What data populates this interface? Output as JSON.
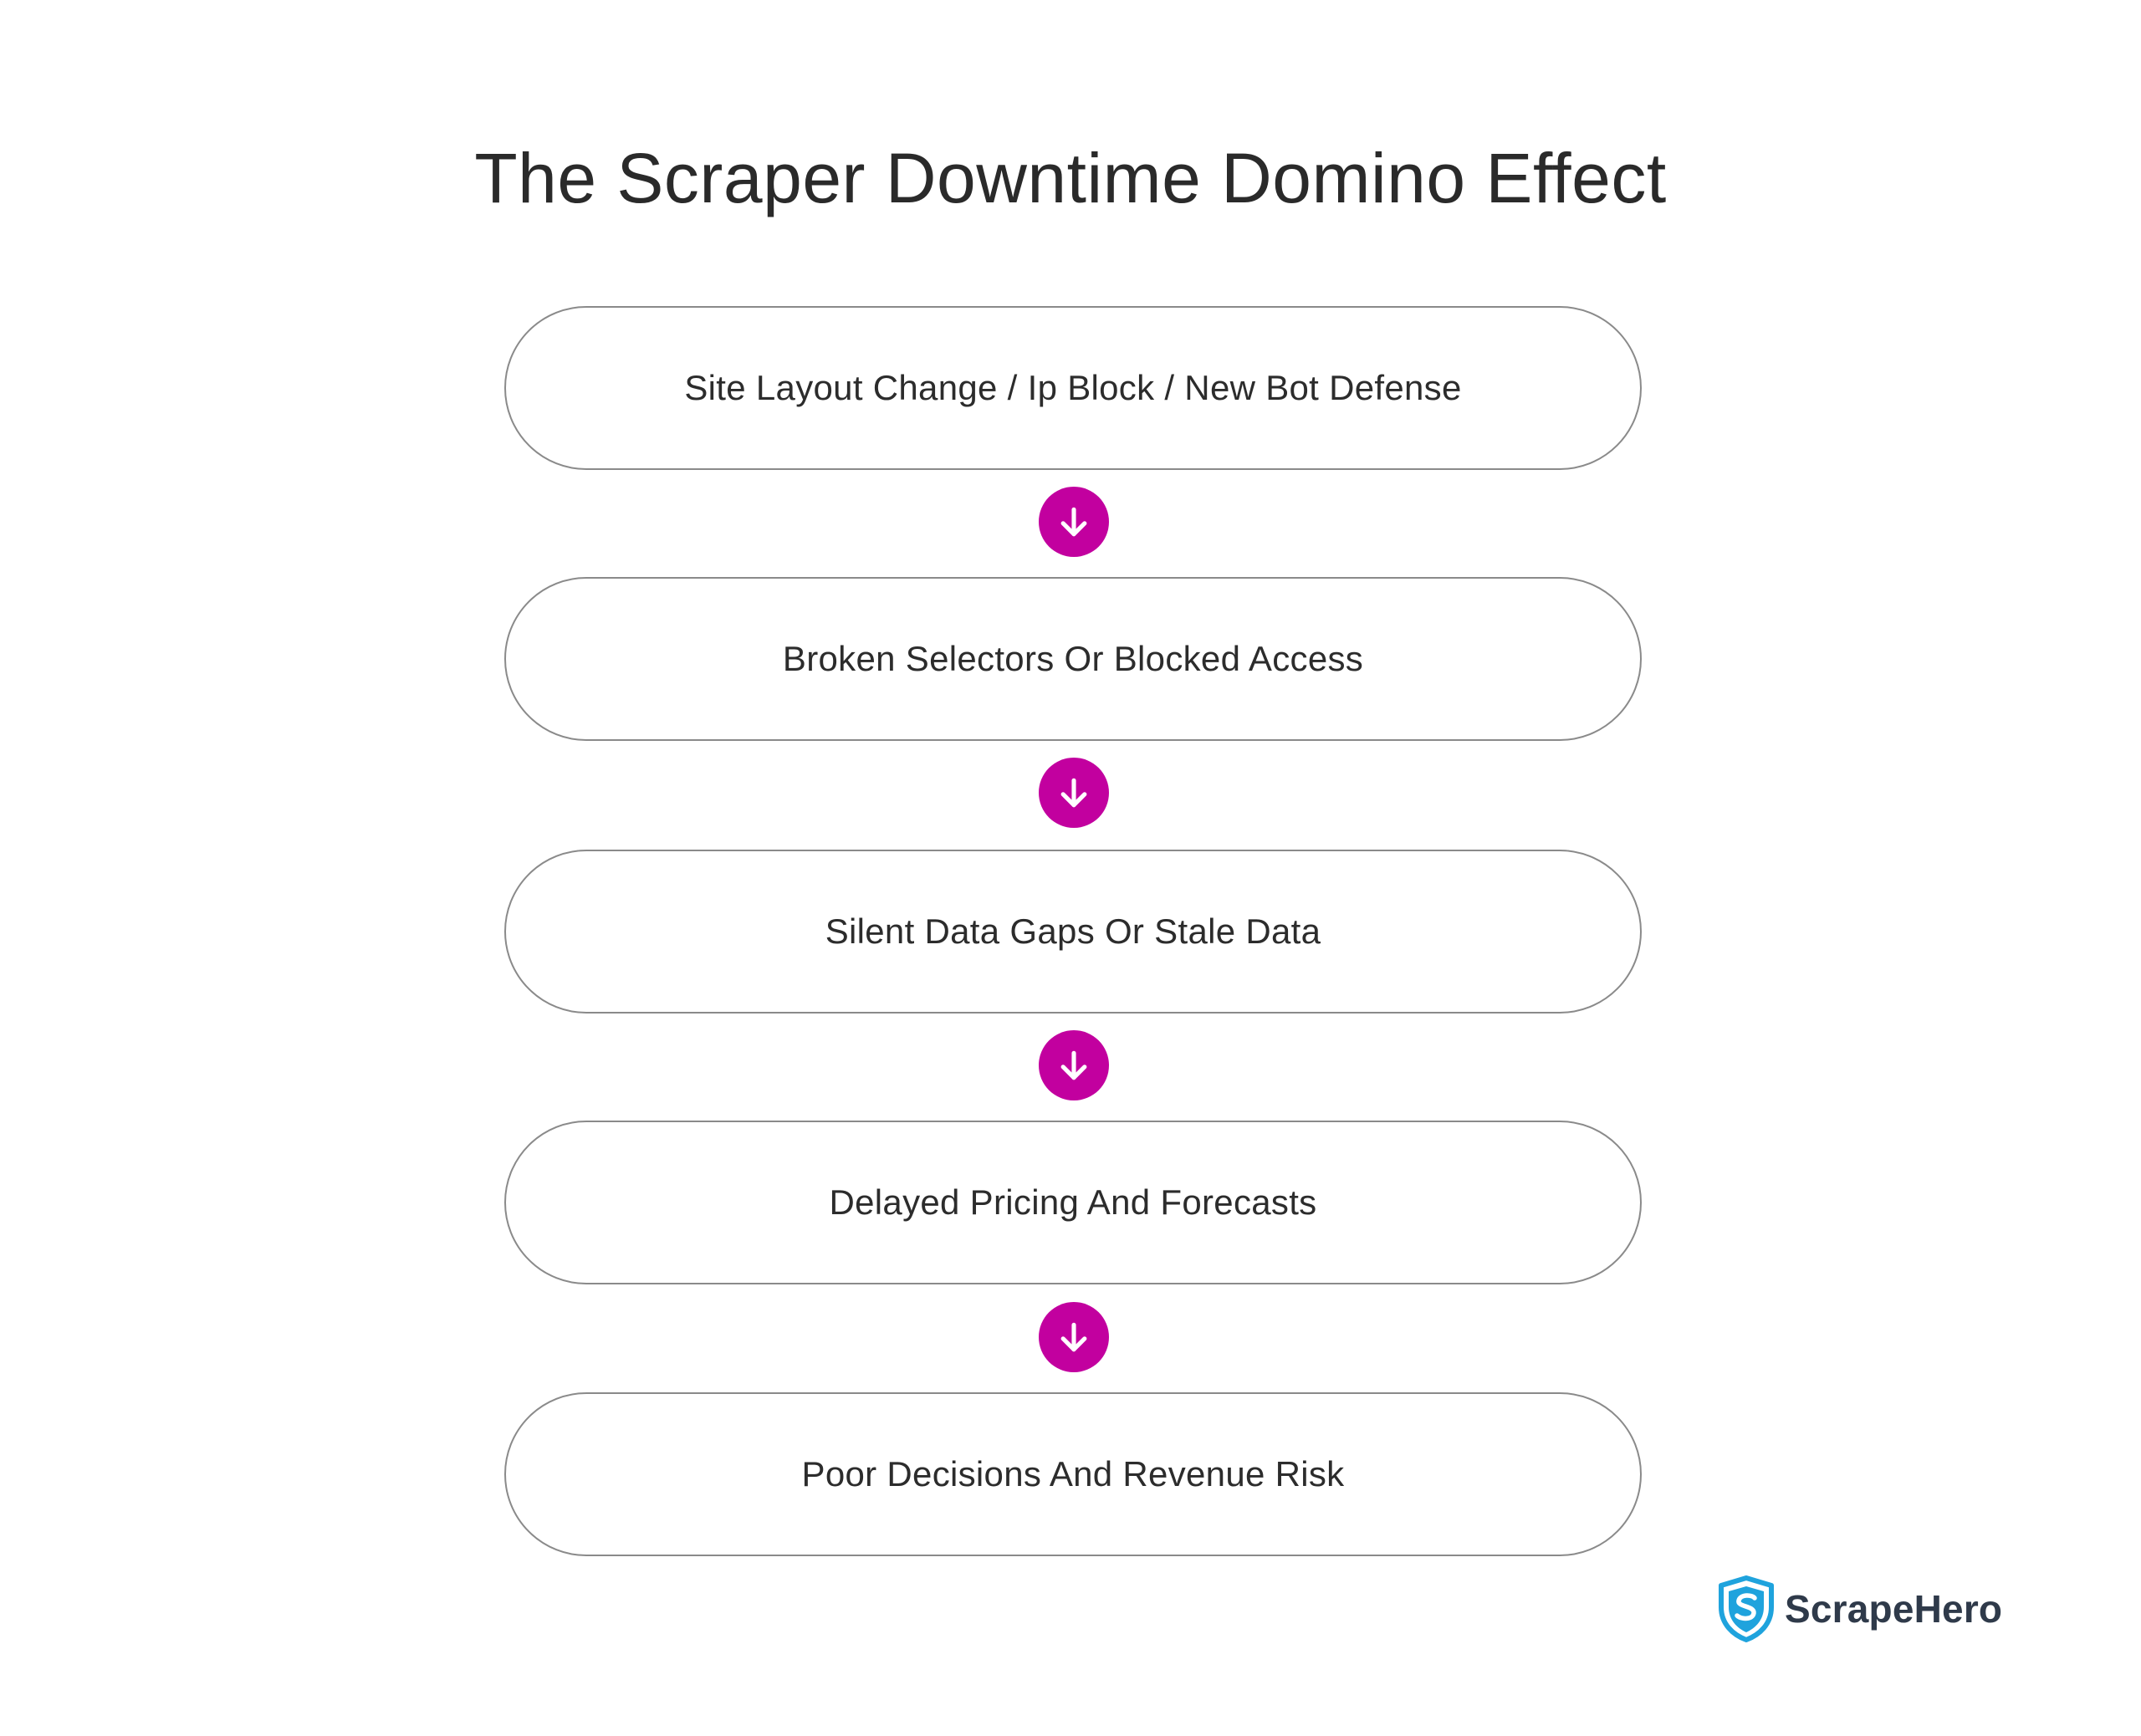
{
  "title": "The Scraper Downtime Domino Effect",
  "steps": [
    {
      "label": "Site Layout Change / Ip Block / New Bot Defense"
    },
    {
      "label": "Broken Selectors Or Blocked Access"
    },
    {
      "label": "Silent Data Gaps Or Stale Data"
    },
    {
      "label": "Delayed Pricing And Forecasts"
    },
    {
      "label": "Poor Decisions And Revenue Risk"
    }
  ],
  "connector_icon": "arrow-down-icon",
  "brand": {
    "name": "ScrapeHero",
    "logo_icon": "shield-s-icon"
  },
  "colors": {
    "accent": "#c2009f",
    "border": "#8a8a8a",
    "text": "#2c2c2c",
    "logo_blue": "#1fa3dd",
    "logo_text": "#2f3a4a"
  }
}
